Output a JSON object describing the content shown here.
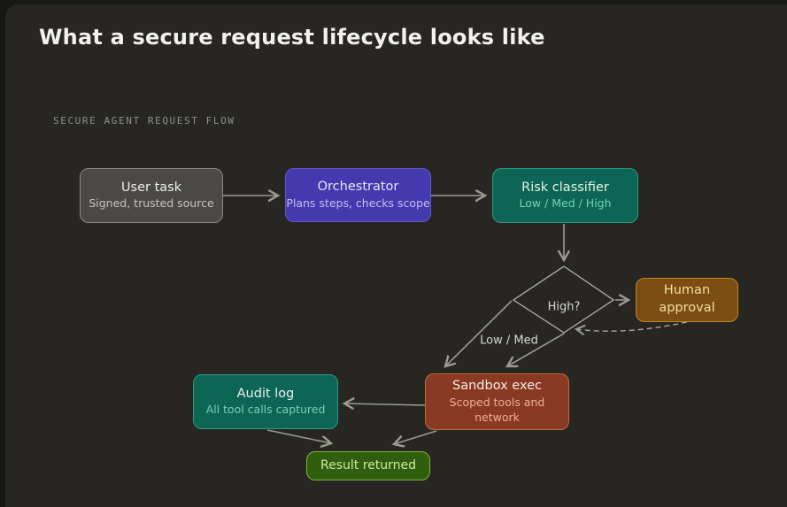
{
  "page": {
    "title": "What a secure request lifecycle looks like",
    "eyebrow": "SECURE AGENT REQUEST FLOW"
  },
  "diagram": {
    "nodes": {
      "user_task": {
        "title": "User task",
        "subtitle": "Signed, trusted source",
        "fill": "#4a4945",
        "border": "#8a897f"
      },
      "orchestrator": {
        "title": "Orchestrator",
        "subtitle": "Plans steps, checks scope",
        "fill": "#4539b0",
        "border": "#6457cc"
      },
      "risk_classifier": {
        "title": "Risk classifier",
        "subtitle": "Low / Med / High",
        "fill": "#0d6555",
        "border": "#2b9c7e"
      },
      "human_approval": {
        "title": "Human approval",
        "fill": "#7c4d10",
        "border": "#c4861c"
      },
      "audit_log": {
        "title": "Audit log",
        "subtitle": "All tool calls captured",
        "fill": "#0d6555",
        "border": "#2b9c7e"
      },
      "sandbox_exec": {
        "title": "Sandbox exec",
        "subtitle": "Scoped tools and network",
        "fill": "#8a3a22",
        "border": "#c06a42"
      },
      "result_returned": {
        "title": "Result returned",
        "fill": "#2f5e0d",
        "border": "#83b13f"
      }
    },
    "edge_labels": {
      "high": "High?",
      "low_med": "Low / Med"
    },
    "palette": {
      "background": "#272622",
      "outer_background": "#171715",
      "connector": "#9b9b93",
      "decision_outline": "#b3b3ab",
      "heading_text": "#f2f1ed",
      "eyebrow_text": "#90908a",
      "edge_label_text": "#d9d9d1"
    }
  }
}
